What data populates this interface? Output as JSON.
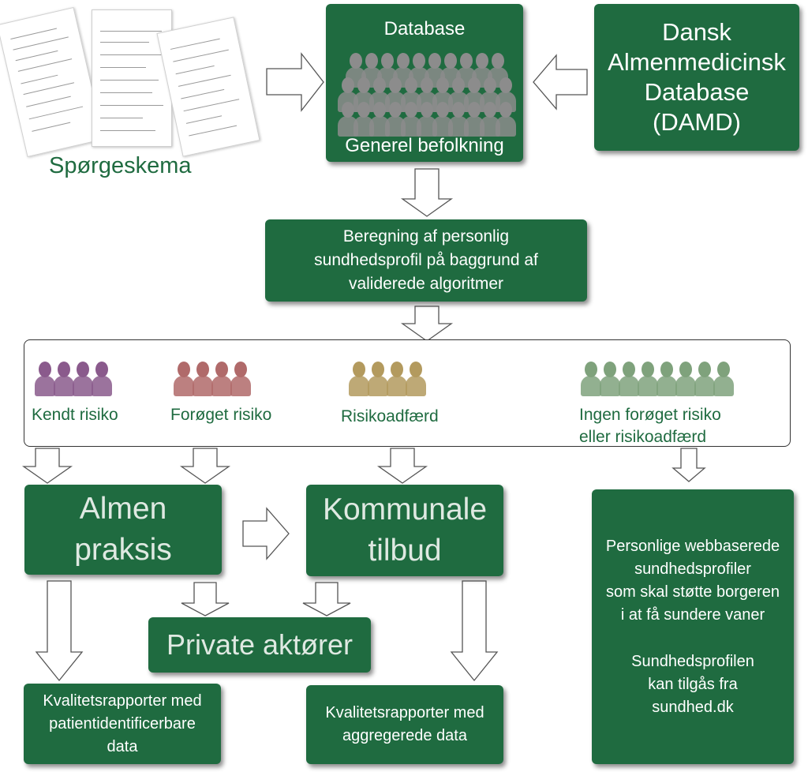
{
  "questionnaire": {
    "label": "Spørgeskema"
  },
  "database": {
    "title": "Database",
    "subtitle": "Generel befolkning"
  },
  "damd": {
    "lines": [
      "Dansk",
      "Almenmedicinsk",
      "Database",
      "(DAMD)"
    ]
  },
  "calculation": {
    "lines": [
      "Beregning af personlig",
      "sundhedsprofil på baggrund af",
      "validerede algoritmer"
    ]
  },
  "risk_groups": [
    {
      "label": "Kendt risiko",
      "color": "#8a5a8c"
    },
    {
      "label": "Forøget risiko",
      "color": "#b06a6a"
    },
    {
      "label": "Risikoadfærd",
      "color": "#b39a5e"
    },
    {
      "label_lines": [
        "Ingen forøget risiko",
        "eller risikoadfærd"
      ],
      "color": "#7fa27c"
    }
  ],
  "almen_praksis": {
    "lines": [
      "Almen",
      "praksis"
    ]
  },
  "kommunale_tilbud": {
    "lines": [
      "Kommunale",
      "tilbud"
    ]
  },
  "private_aktorer": {
    "label": "Private aktører"
  },
  "quality_report_patient": {
    "lines": [
      "Kvalitetsrapporter med",
      "patientidentificerbare",
      "data"
    ]
  },
  "quality_report_aggregate": {
    "lines": [
      "Kvalitetsrapporter med",
      "aggregerede data"
    ]
  },
  "web_profiles": {
    "paragraph1": [
      "Personlige webbaserede",
      "sundhedsprofiler",
      "som skal støtte borgeren",
      "i at få sundere vaner"
    ],
    "paragraph2": [
      "Sundhedsprofilen",
      "kan tilgås fra",
      "sundhed.dk"
    ]
  },
  "colors": {
    "box_green": "#1f6b40",
    "label_green": "#1f6b40",
    "database_people": "#8c8c8c"
  }
}
